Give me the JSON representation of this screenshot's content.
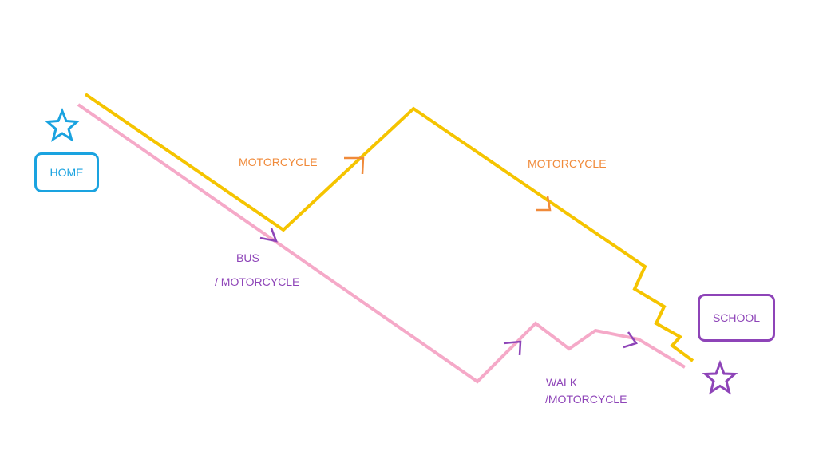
{
  "colors": {
    "home": "#1aa3e0",
    "school": "#8e44b8",
    "motorcycle_route": "#f5c400",
    "motorcycle_text": "#f08a3a",
    "bus_route": "#f5a9c8",
    "bus_text": "#8e44b8"
  },
  "places": {
    "home": {
      "label": "HOME",
      "icon": "star-icon"
    },
    "school": {
      "label": "SCHOOL",
      "icon": "star-icon"
    }
  },
  "routes": {
    "top": {
      "color_role": "motorcycle_route",
      "labels": [
        "MOTORCYCLE",
        "MOTORCYCLE"
      ]
    },
    "bottom": {
      "color_role": "bus_route",
      "labels": [
        "BUS",
        "/ MOTORCYCLE",
        "WALK",
        "/MOTORCYCLE"
      ]
    }
  }
}
